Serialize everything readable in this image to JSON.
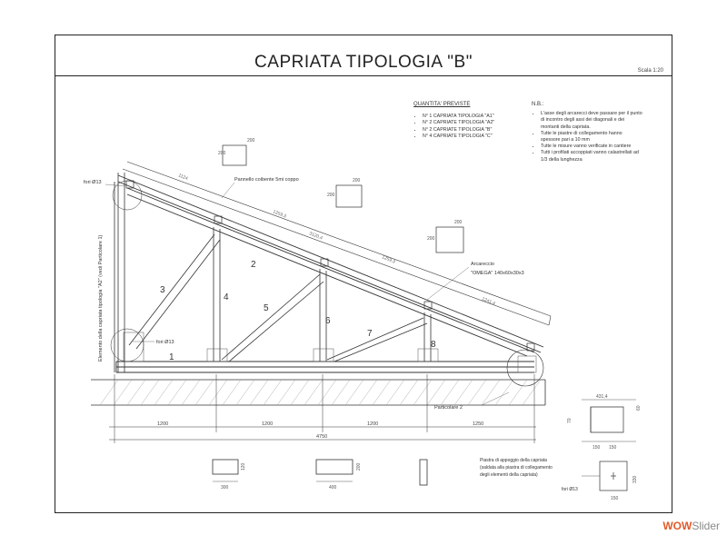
{
  "title": "CAPRIATA TIPOLOGIA \"B\"",
  "scale": "Scala 1:20",
  "quantities": {
    "title": "QUANTITA' PREVISTE",
    "items": [
      "N° 1 CAPRIATA TIPOLOGIA \"A1\"",
      "N° 2 CAPRIATE TIPOLOGIA \"A2\"",
      "N° 2 CAPRIATE TIPOLOGIA \"B\"",
      "N° 4 CAPRIATE TIPOLOGIA \"C\""
    ]
  },
  "notes": {
    "title": "N.B.:",
    "items": [
      "L'asse degli arcarecci deve passare per il punto di incontro degli assi dei diagonali e dei montanti della capriata.",
      "Tutte le piastre di collegamento hanno spessore pari a 10 mm",
      "Tutte le misure vanno verificate in cantiere",
      "Tutti i profilati accoppiati vanno calastrellati ad 1/3 della lunghezza"
    ]
  },
  "labels": {
    "panel": "Pannello coibente 5mi coppo",
    "purlin_1": "Arcareccio",
    "purlin_2": "\"OMEGA\" 140x60x30x3",
    "hole_top": "fori Ø13",
    "hole_mid": "fori Ø13",
    "hole_bottom": "fori Ø13",
    "support_1": "Elemento della capriata tipologia \"A2\" (vedi Particolare 1)",
    "detail2": "Particolare 2",
    "plate_1": "Piastra di appoggio della capriata",
    "plate_2": "(saldata alla piastra di collegamento",
    "plate_3": "degli elementi della capriata)"
  },
  "members": [
    "1",
    "2",
    "3",
    "4",
    "5",
    "6",
    "7",
    "8"
  ],
  "dims": {
    "bottom": [
      "1200",
      "1200",
      "1200",
      "1250"
    ],
    "total": "4750",
    "top_chord": [
      "1124",
      "1259,3",
      "3120,4",
      "1259,3",
      "1241,4"
    ],
    "sections": [
      "300",
      "120",
      "400",
      "200"
    ],
    "section_sizes": [
      "200",
      "200",
      "200",
      "200",
      "200",
      "200"
    ],
    "detail_dims": [
      "431,4",
      "150",
      "150",
      "70",
      "60",
      "330",
      "150"
    ]
  }
}
